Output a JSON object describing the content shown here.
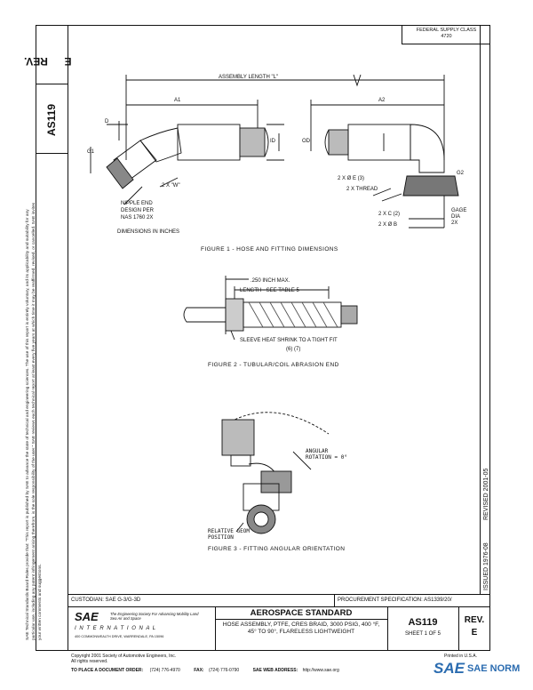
{
  "sidebar": {
    "rev_label": "REV.",
    "rev_value": "E",
    "doc_number": "AS119",
    "legal_text": "SAE Technical Standards Board Rules provide that: \"This report is published by SAE to advance the state of technical and engineering sciences. The use of this report is entirely voluntary, and its applicability and suitability for any particular use, including any patent infringement arising therefrom, is the sole responsibility of the user.\" SAE reviews each technical report at least every five years at which time it may be reaffirmed, revised, or cancelled. SAE invites your written comments and suggestions."
  },
  "header": {
    "fsc_label": "FEDERAL SUPPLY CLASS",
    "fsc_value": "4720"
  },
  "figure1": {
    "assembly_length": "ASSEMBLY LENGTH \"L\"",
    "a1": "A1",
    "a2": "A2",
    "d": "D",
    "id": "ID",
    "od": "OD",
    "g1": "G1",
    "g2": "G2",
    "note_2x_w": "2 X \"W\"",
    "nipple_end": "NIPPLE END",
    "design_per": "DESIGN PER",
    "nas": "NAS 1760 2X",
    "dims_in_inches": "DIMENSIONS IN INCHES",
    "note_2x_e": "2 X Ø E (3)",
    "note_thread": "2 X THREAD",
    "note_2x_c": "2 X C (2)",
    "note_2x_b": "2 X Ø B",
    "gage_dia": "GAGE\nDIA\n2X",
    "caption": "FIGURE 1 - HOSE AND FITTING DIMENSIONS"
  },
  "figure2": {
    "max_len": ".250 INCH MAX.",
    "length_note": "LENGTH - SEE TABLE 5",
    "sleeve_note": "SLEEVE HEAT SHRINK TO A TIGHT FIT",
    "sleeve_sub": "(6) (7)",
    "caption": "FIGURE 2 - TUBULAR/COIL ABRASION END"
  },
  "figure3": {
    "angular_rotation": "ANGULAR\nROTATION = 0°",
    "relative_position": "RELATIVE GEOM\nPOSITION",
    "caption": "FIGURE 3 - FITTING ANGULAR ORIENTATION"
  },
  "right_margin": {
    "revised": "REVISED 2001-05",
    "issued": "ISSUED 1976-08"
  },
  "titleblock": {
    "custodian": "CUSTODIAN:  SAE G-3/G-3D",
    "procurement": "PROCUREMENT SPECIFICATION: AS1339/20/",
    "sae_logo": "SAE",
    "sae_tagline": "The Engineering Society For Advancing Mobility Land Sea Air and Space",
    "sae_international": "I N T E R N A T I O N A L",
    "sae_address": "400 COMMONWEALTH DRIVE, WARRENDALE, PA 15096",
    "standard_title": "AEROSPACE STANDARD",
    "desc": "HOSE ASSEMBLY, PTFE, CRES BRAID, 3000 PSIG, 400 °F, 45° TO 90°, FLARELESS LIGHTWEIGHT",
    "doc_number": "AS119",
    "sheet": "SHEET 1 OF 5",
    "rev_label": "REV.",
    "rev_value": "E"
  },
  "footer": {
    "copyright": "Copyright 2001 Society of Automotive Engineers, Inc.",
    "rights": "All rights reserved.",
    "printed": "Printed in U.S.A.",
    "order_label": "TO PLACE A DOCUMENT ORDER:",
    "order_phone": "(724) 776-4970",
    "fax_label": "FAX:",
    "fax_value": "(724) 776-0790",
    "web_label": "SAE WEB ADDRESS:",
    "web_value": "http://www.sae.org"
  },
  "watermark": {
    "logo": "SAE",
    "text": "SAE NORM"
  }
}
